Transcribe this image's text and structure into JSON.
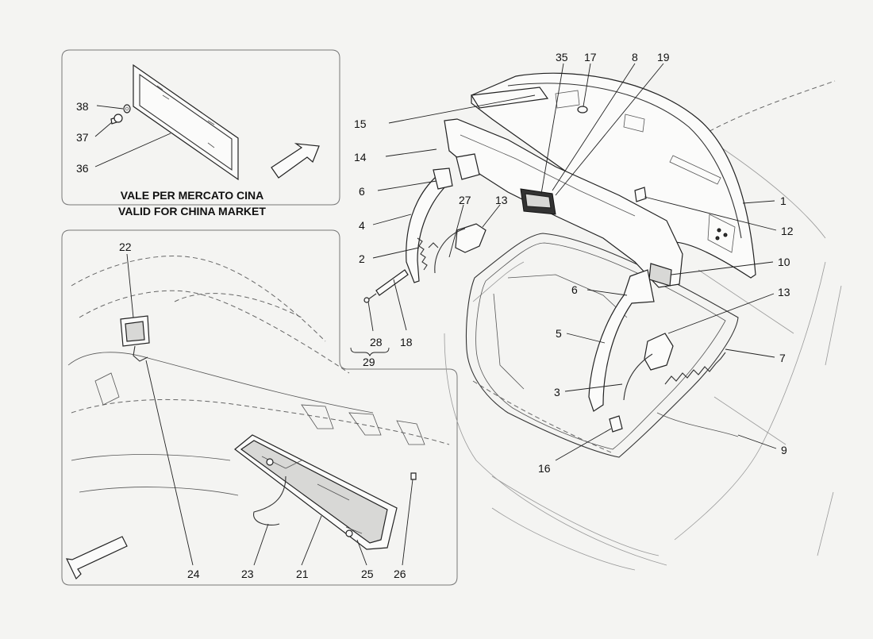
{
  "market_note": {
    "line1": "VALE PER MERCATO CINA",
    "line2": "VALID FOR CHINA MARKET"
  },
  "callouts": {
    "c1": "1",
    "c2a": "2",
    "c3": "3",
    "c4": "4",
    "c5": "5",
    "c6a": "6",
    "c6b": "6",
    "c7": "7",
    "c8": "8",
    "c9": "9",
    "c10": "10",
    "c12": "12",
    "c13a": "13",
    "c13b": "13",
    "c14": "14",
    "c15": "15",
    "c16": "16",
    "c17": "17",
    "c18": "18",
    "c19": "19",
    "c21": "21",
    "c22": "22",
    "c23": "23",
    "c24": "24",
    "c25": "25",
    "c26": "26",
    "c27": "27",
    "c28": "28",
    "c29": "29",
    "c35": "35",
    "c36": "36",
    "c37": "37",
    "c38": "38"
  },
  "icons": [
    "direction-arrow-icon",
    "direction-arrow-icon"
  ]
}
